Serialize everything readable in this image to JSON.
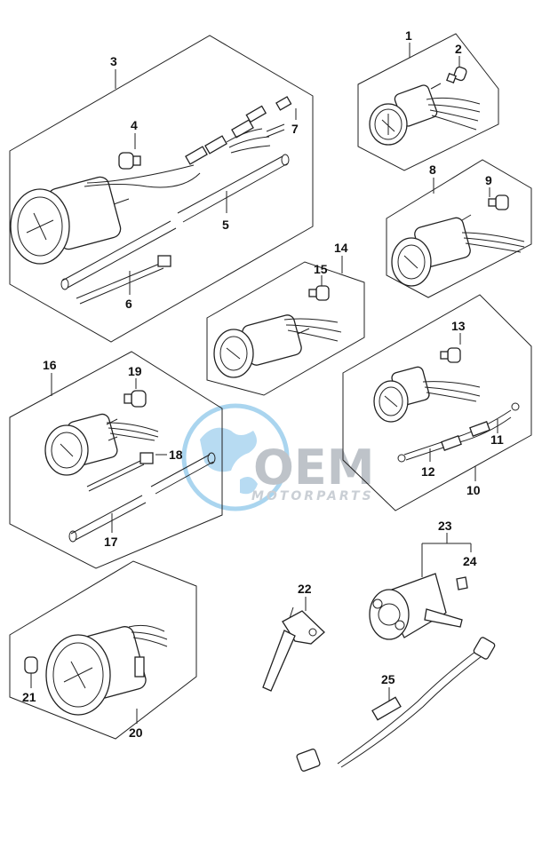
{
  "watermark": {
    "brand": "OEM",
    "tagline": "MOTORPARTS",
    "colors": {
      "globe": "#6bb4e0",
      "text": "#a9b0b8",
      "accent": "#3a8fd0"
    }
  },
  "callouts": {
    "c1": "1",
    "c2": "2",
    "c3": "3",
    "c4": "4",
    "c5": "5",
    "c6": "6",
    "c7": "7",
    "c8": "8",
    "c9": "9",
    "c10": "10",
    "c11": "11",
    "c12": "12",
    "c13": "13",
    "c14": "14",
    "c15": "15",
    "c16": "16",
    "c17": "17",
    "c18": "18",
    "c19": "19",
    "c20": "20",
    "c21": "21",
    "c22": "22",
    "c23": "23",
    "c24": "24",
    "c25": "25"
  }
}
